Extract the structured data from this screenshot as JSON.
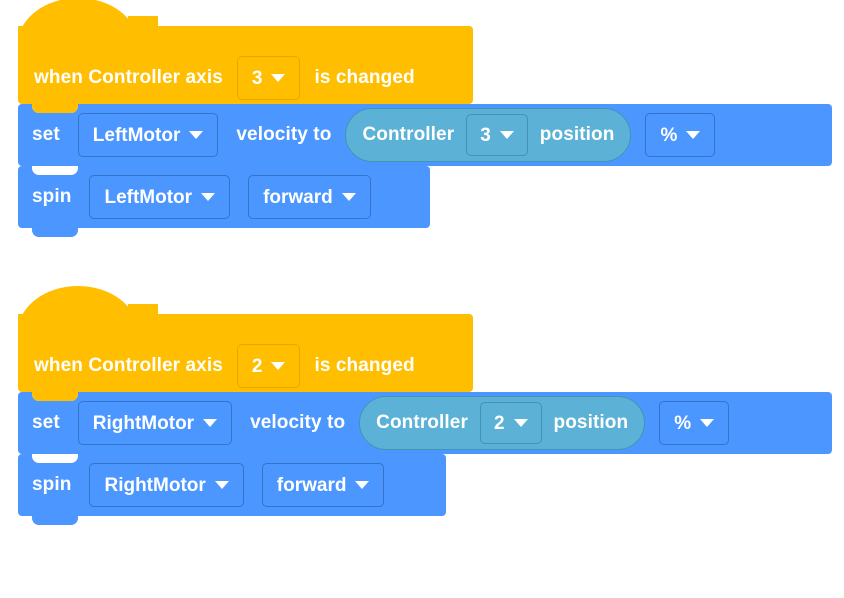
{
  "workspace": {
    "background_color": "#FFFFFF",
    "palette": {
      "event_block": "#FFBF00",
      "event_block_border": "#E6A800",
      "motion_block": "#4C97FF",
      "motion_block_border": "#3373CC",
      "sensing_reporter": "#5CB1D6",
      "sensing_reporter_border": "#4592B8",
      "label_text": "#FFFFFF"
    }
  },
  "scripts": [
    {
      "id": "script-1",
      "hat": {
        "type": "event-hat",
        "text_before": "when Controller axis",
        "dropdown_value": "3",
        "text_after": "is changed",
        "dropdown_icon": "chevron-down-icon"
      },
      "blocks": [
        {
          "type": "set-velocity",
          "label_set": "set",
          "motor": "LeftMotor",
          "label_velocity_to": "velocity to",
          "reporter": {
            "label_controller": "Controller",
            "axis": "3",
            "label_position": "position"
          },
          "units": "%"
        },
        {
          "type": "spin",
          "label_spin": "spin",
          "motor": "LeftMotor",
          "direction": "forward"
        }
      ]
    },
    {
      "id": "script-2",
      "hat": {
        "type": "event-hat",
        "text_before": "when Controller axis",
        "dropdown_value": "2",
        "text_after": "is changed",
        "dropdown_icon": "chevron-down-icon"
      },
      "blocks": [
        {
          "type": "set-velocity",
          "label_set": "set",
          "motor": "RightMotor",
          "label_velocity_to": "velocity to",
          "reporter": {
            "label_controller": "Controller",
            "axis": "2",
            "label_position": "position"
          },
          "units": "%"
        },
        {
          "type": "spin",
          "label_spin": "spin",
          "motor": "RightMotor",
          "direction": "forward"
        }
      ]
    }
  ]
}
